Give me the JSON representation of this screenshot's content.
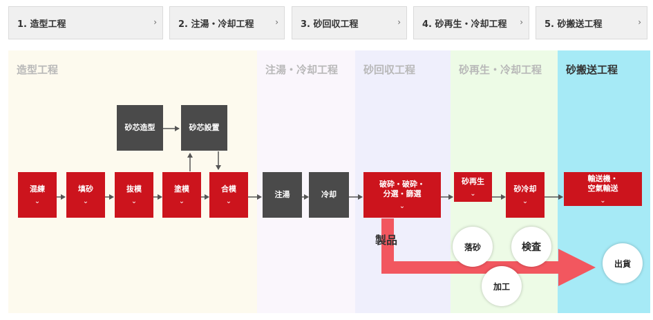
{
  "tabs": [
    {
      "label": "1. 造型工程"
    },
    {
      "label": "2. 注湯・冷却工程"
    },
    {
      "label": "3. 砂回収工程"
    },
    {
      "label": "4. 砂再生・冷却工程"
    },
    {
      "label": "5. 砂搬送工程"
    }
  ],
  "tab_chevron": "›",
  "caret": "⌄",
  "bands": [
    {
      "title": "造型工程",
      "bg": "#fdfaee",
      "color": "#b8b8b8"
    },
    {
      "title": "注湯・冷却工程",
      "bg": "#faf6fc",
      "color": "#b8b8b8"
    },
    {
      "title": "砂回収工程",
      "bg": "#efeffc",
      "color": "#b8b8b8"
    },
    {
      "title": "砂再生・冷却工程",
      "bg": "#edfbe6",
      "color": "#b8b8b8"
    },
    {
      "title": "砂搬送工程",
      "bg": "#a6eaf6",
      "color": "#333333"
    }
  ],
  "boxes": {
    "konren": "混練",
    "tensha": "填砂",
    "bakkei": "抜模",
    "tokei": "塗模",
    "gokei": "合模",
    "sunaago_zokei": "砂芯造型",
    "sunaago_secchi": "砂芯設置",
    "chuto": "注湯",
    "reikyaku": "冷却",
    "hasai_line1": "破砕・破砕・",
    "hasai_line2": "分選・篩選",
    "sunasaisei": "砂再生",
    "sunareikyaku": "砂冷却",
    "yuso_line1": "輸送機・",
    "yuso_line2": "空氣輸送"
  },
  "product_label": "製品",
  "circles": {
    "otoshisuna": "落砂",
    "kensa": "検査",
    "kako": "加工",
    "shukka": "出貨"
  },
  "colors": {
    "red": "#cc141d",
    "dark": "#4a4a4a",
    "product_arrow": "#f2575f",
    "flow_arrow": "#555555"
  }
}
